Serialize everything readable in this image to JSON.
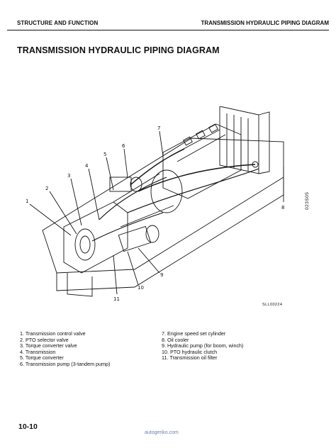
{
  "header": {
    "left": "STRUCTURE AND FUNCTION",
    "right": "TRANSMISSION HYDRAULIC PIPING DIAGRAM"
  },
  "title": "TRANSMISSION HYDRAULIC PIPING DIAGRAM",
  "figure": {
    "side_code": "023S05",
    "figure_code": "SLL00224",
    "callouts": [
      "1",
      "2",
      "3",
      "4",
      "5",
      "6",
      "7",
      "8",
      "9",
      "10",
      "11"
    ]
  },
  "legend_left": [
    "1.   Transmission control valve",
    "2.   PTO selector valve",
    "3.   Torque converter valve",
    "4.   Transmission",
    "5.   Torque converter",
    "6.   Transmission pump (3-tandem pump)"
  ],
  "legend_right": [
    "7.   Engine speed set cylinder",
    "8.   Oil cooler",
    "9.   Hydraulic pump (for boom, winch)",
    "10.  PTO hydraulic clutch",
    "11.  Transmission oil filter"
  ],
  "page_number": "10-10",
  "watermark": "autogeriko.com"
}
